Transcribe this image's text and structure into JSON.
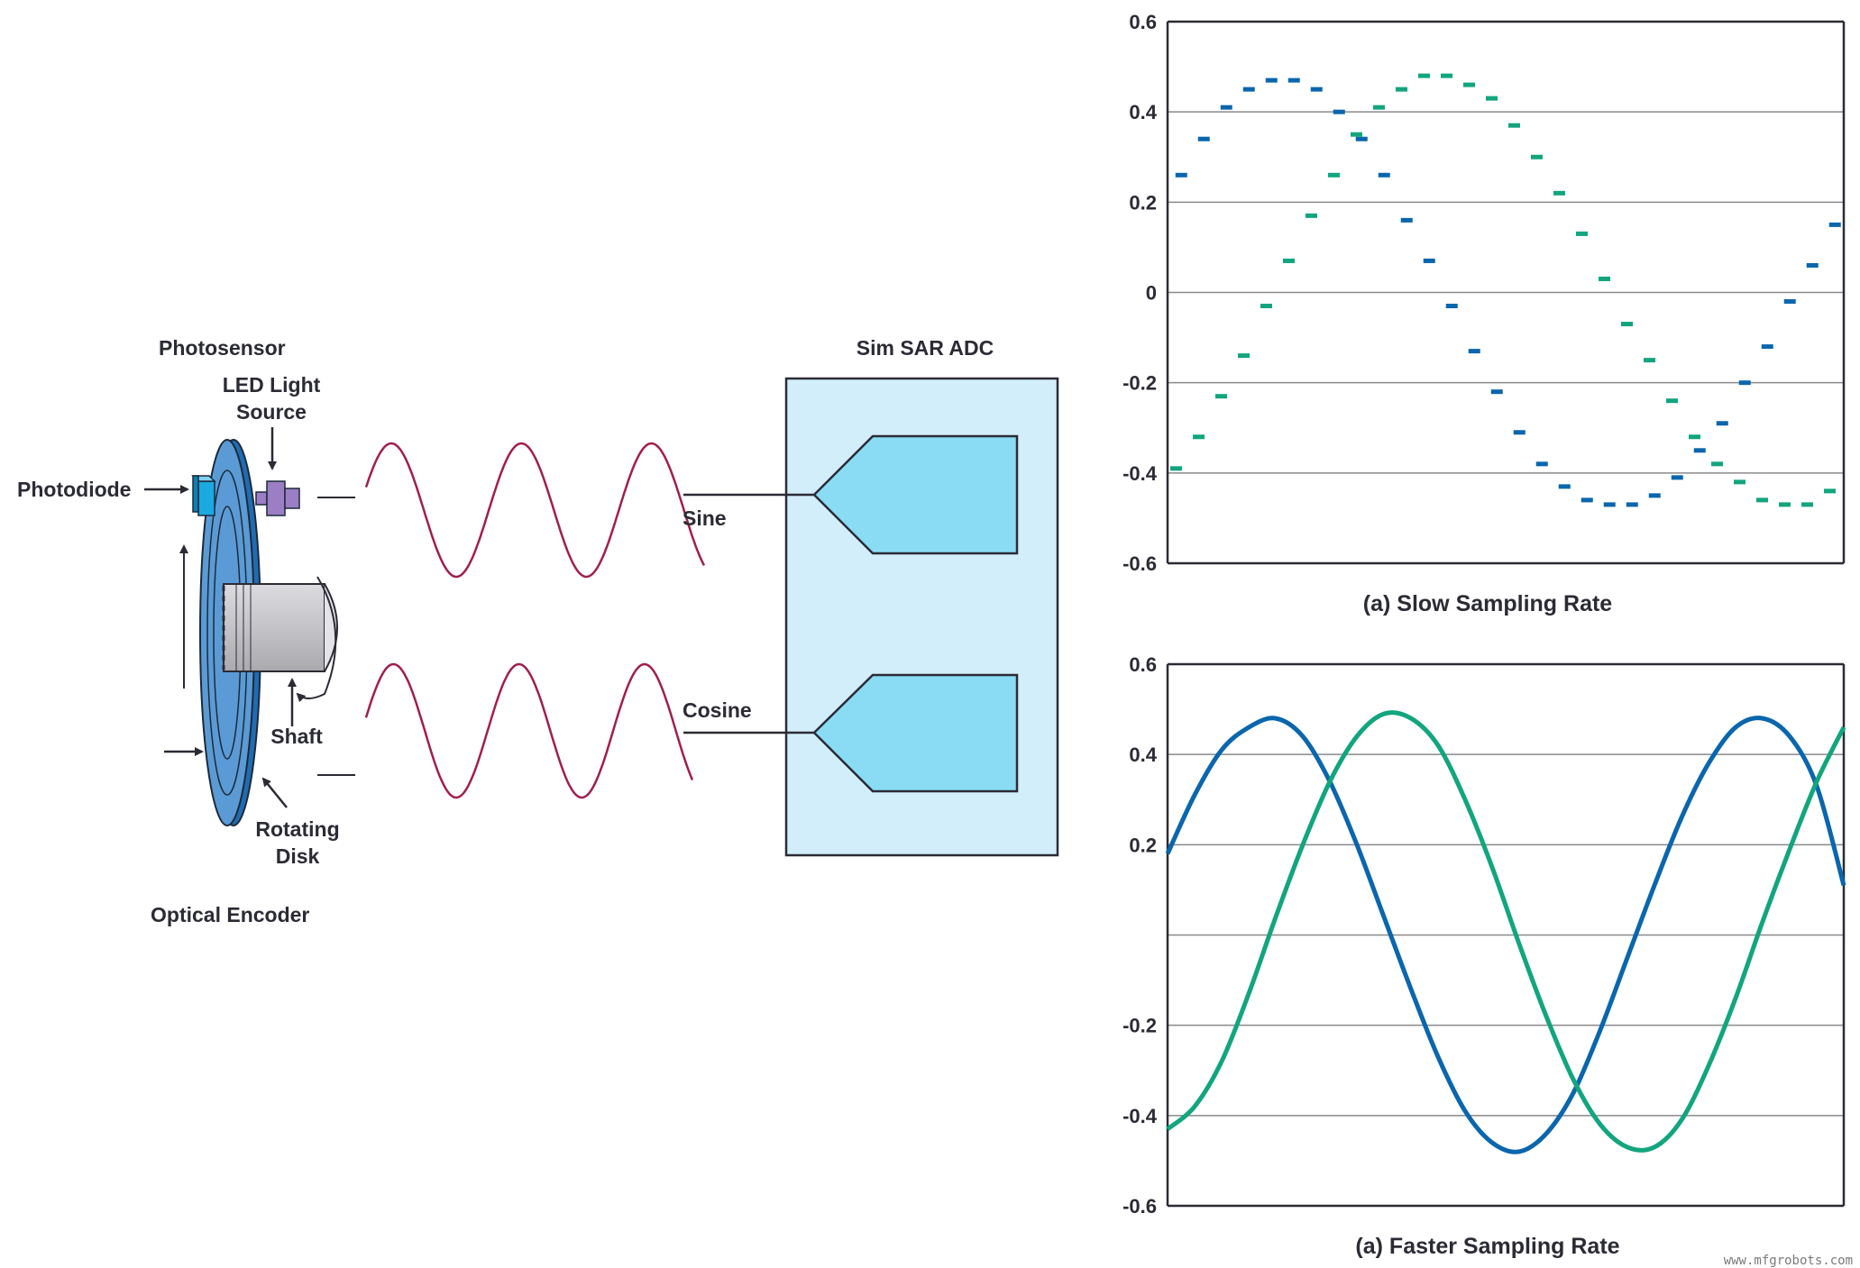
{
  "encoder": {
    "photosensor_label": "Photosensor",
    "led_label_line1": "LED Light",
    "led_label_line2": "Source",
    "photodiode_label": "Photodiode",
    "shaft_label": "Shaft",
    "disk_label_line1": "Rotating",
    "disk_label_line2": "Disk",
    "title": "Optical Encoder"
  },
  "adc": {
    "title": "Sim SAR ADC",
    "sine_label": "Sine",
    "cosine_label": "Cosine"
  },
  "colors": {
    "sine": "#0a66ad",
    "cosine": "#12a57e",
    "wave": "#a01f4b",
    "adc_box": "#d2eefa",
    "adc_amp": "#8adcf5",
    "disk": "#5b9bd5"
  },
  "chart_data": [
    {
      "type": "scatter",
      "caption": "(a) Slow Sampling Rate",
      "ylim": [
        -0.6,
        0.6
      ],
      "yticks": [
        "0.6",
        "0.4",
        "0.2",
        "0",
        "-0.2",
        "-0.4",
        "-0.6"
      ],
      "grid": true,
      "series": [
        {
          "color": "#0a66ad",
          "values": [
            0.26,
            0.34,
            0.41,
            0.45,
            0.47,
            0.47,
            0.45,
            0.4,
            0.34,
            0.26,
            0.16,
            0.07,
            -0.03,
            -0.13,
            -0.22,
            -0.31,
            -0.38,
            -0.43,
            -0.46,
            -0.47,
            -0.47,
            -0.45,
            -0.41,
            -0.35,
            -0.29,
            -0.2,
            -0.12,
            -0.02,
            0.06,
            0.15
          ]
        },
        {
          "color": "#12a57e",
          "values": [
            -0.39,
            -0.32,
            -0.23,
            -0.14,
            -0.03,
            0.07,
            0.17,
            0.26,
            0.35,
            0.41,
            0.45,
            0.48,
            0.48,
            0.46,
            0.43,
            0.37,
            0.3,
            0.22,
            0.13,
            0.03,
            -0.07,
            -0.15,
            -0.24,
            -0.32,
            -0.38,
            -0.42,
            -0.46,
            -0.47,
            -0.47,
            -0.44
          ]
        }
      ]
    },
    {
      "type": "line",
      "caption": "(a) Faster Sampling Rate",
      "ylim": [
        -0.6,
        0.6
      ],
      "yticks": [
        "0.6",
        "0.4",
        "0.2",
        "",
        "-0.2",
        "-0.4",
        "-0.6"
      ],
      "grid": true,
      "series": [
        {
          "color": "#0a66ad",
          "values": [
            0.18,
            0.31,
            0.41,
            0.46,
            0.48,
            0.44,
            0.34,
            0.2,
            0.04,
            -0.12,
            -0.27,
            -0.39,
            -0.46,
            -0.48,
            -0.44,
            -0.35,
            -0.21,
            -0.05,
            0.11,
            0.26,
            0.38,
            0.46,
            0.48,
            0.44,
            0.33,
            0.11
          ]
        },
        {
          "color": "#12a57e",
          "values": [
            -0.43,
            -0.38,
            -0.28,
            -0.13,
            0.04,
            0.2,
            0.34,
            0.44,
            0.49,
            0.48,
            0.42,
            0.3,
            0.15,
            -0.02,
            -0.18,
            -0.32,
            -0.42,
            -0.47,
            -0.47,
            -0.41,
            -0.29,
            -0.14,
            0.03,
            0.19,
            0.34,
            0.46
          ]
        }
      ]
    }
  ],
  "watermark": "www.mfgrobots.com"
}
